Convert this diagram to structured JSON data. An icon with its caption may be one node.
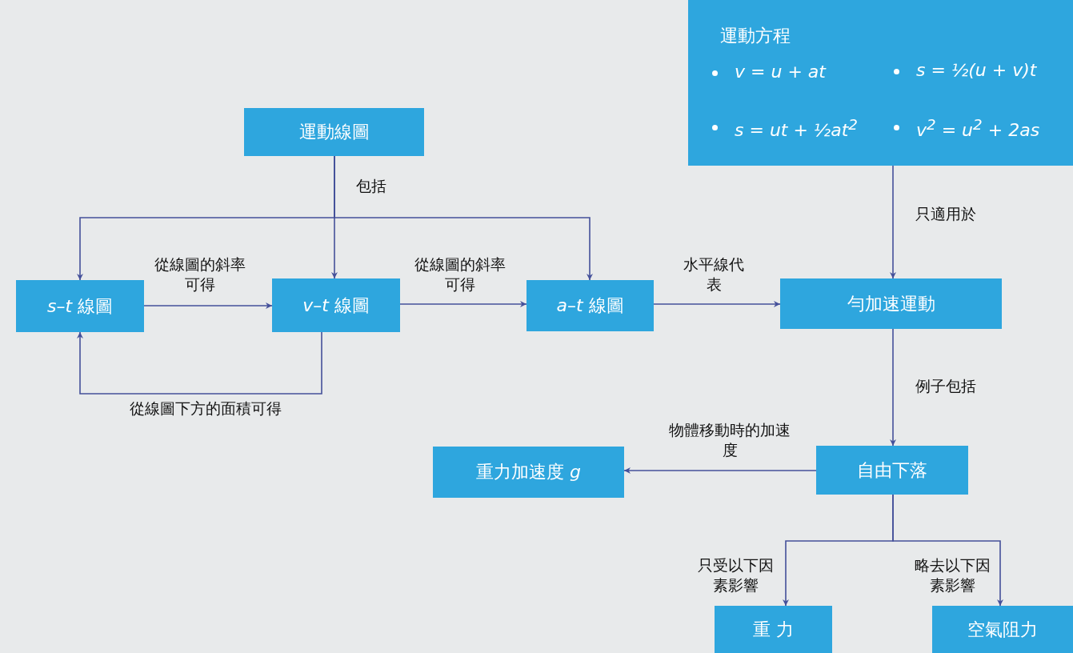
{
  "diagram": {
    "nodes": [
      {
        "text": [
          "運動方程",
          "v = u + at",
          "s = ½(u + v)t",
          "s = ut + ½at$^{2}$",
          "v$^{2}$ = u$^{2}$ + 2as"
        ]
      },
      {
        "text": [
          "運動線圖"
        ]
      },
      {
        "text": [
          "*s*–*t* 線圖"
        ]
      },
      {
        "text": [
          "*v*–*t* 線圖"
        ]
      },
      {
        "text": [
          "*a*–*t* 線圖"
        ]
      },
      {
        "text": [
          "勻加速運動"
        ]
      },
      {
        "text": [
          "自由下落"
        ]
      },
      {
        "text": [
          "重力加速度 *g*"
        ]
      },
      {
        "text": [
          "重 力"
        ]
      },
      {
        "text": [
          "空氣阻力"
        ]
      }
    ],
    "edges": [
      {
        "from": 1,
        "to": 2,
        "arrow": "to"
      },
      {
        "from": 1,
        "to": 3,
        "arrow": "to",
        "label": "包括"
      },
      {
        "from": 1,
        "to": 4,
        "arrow": "to"
      },
      {
        "from": 2,
        "to": 3,
        "arrow": "to",
        "label": "從線圖的斜率可得"
      },
      {
        "from": 3,
        "to": 4,
        "arrow": "to",
        "label": "從線圖的斜率可得"
      },
      {
        "from": 3,
        "to": 2,
        "arrow": "to",
        "label": "從線圖下方的面積可得"
      },
      {
        "from": 4,
        "to": 5,
        "arrow": "to",
        "label": "水平線代表"
      },
      {
        "from": 0,
        "to": 5,
        "arrow": "to",
        "label": "只適用於"
      },
      {
        "from": 5,
        "to": 6,
        "arrow": "to",
        "label": "例子包括"
      },
      {
        "from": 6,
        "to": 7,
        "arrow": "to",
        "label": "物體移動時的加速度"
      },
      {
        "from": 6,
        "to": 8,
        "arrow": "to",
        "label": "只受以下因素影響"
      },
      {
        "from": 6,
        "to": 9,
        "arrow": "to",
        "label": "略去以下因素影響"
      }
    ]
  }
}
